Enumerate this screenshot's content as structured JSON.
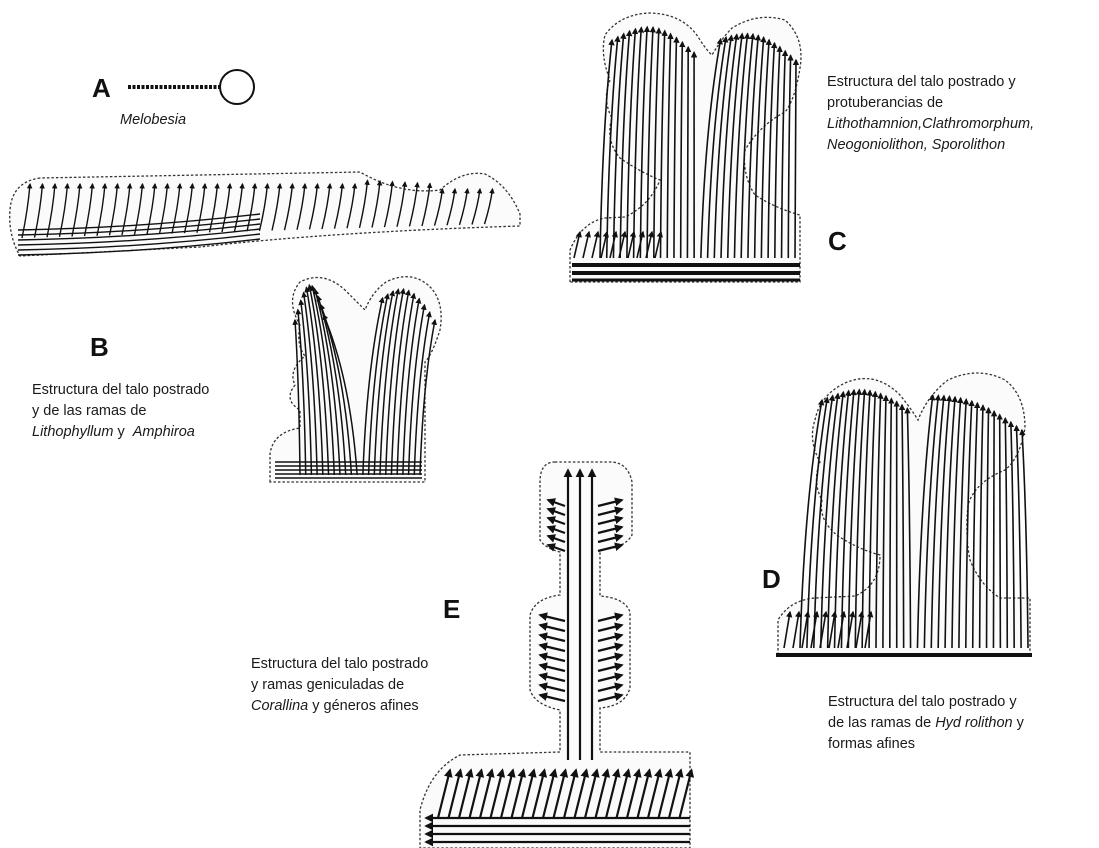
{
  "panels": {
    "A": {
      "letter": "A",
      "genus": "Melobesia"
    },
    "B": {
      "letter": "B",
      "caption_l1": "Estructura del talo postrado",
      "caption_l2": "y de las ramas de",
      "genus1": "Lithophyllum",
      "conj": "y",
      "genus2": "Amphiroa"
    },
    "C": {
      "letter": "C",
      "caption_l1": "Estructura del talo postrado y",
      "caption_l2": "protuberancias de",
      "genera_l3": "Lithothamnion,Clathromorphum,",
      "genera_l4": "Neogoniolithon, Sporolithon"
    },
    "D": {
      "letter": "D",
      "caption_l1": "Estructura del talo postrado y",
      "caption_l2_pre": "de las ramas de",
      "genus": "Hyd rolithon",
      "caption_l2_post": "y",
      "caption_l3": "formas afines"
    },
    "E": {
      "letter": "E",
      "caption_l1": "Estructura del talo postrado",
      "caption_l2": "y ramas geniculadas de",
      "genus": "Corallina",
      "caption_l3_post": "y géneros afines"
    }
  }
}
